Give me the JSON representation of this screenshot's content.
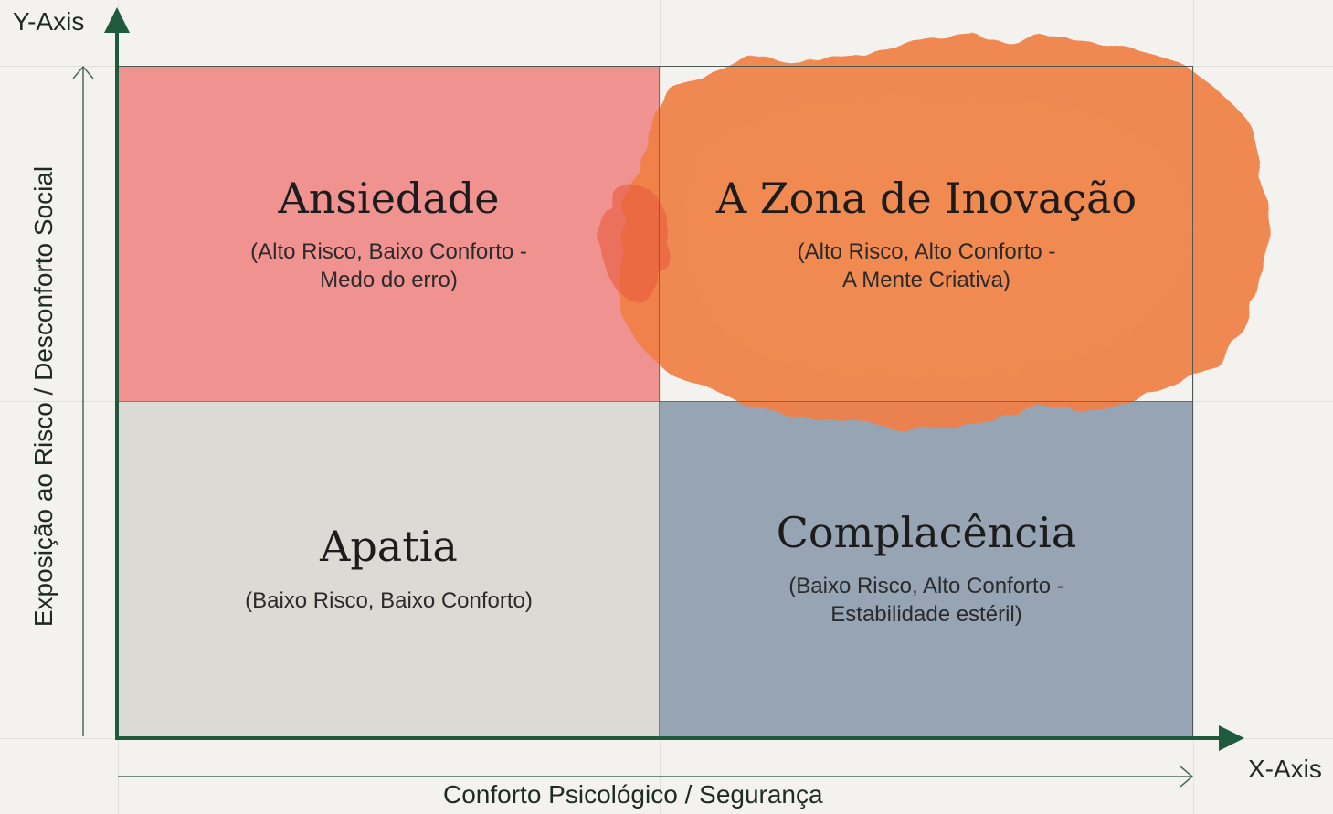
{
  "axes": {
    "y_axis_label": "Y-Axis",
    "x_axis_label": "X-Axis",
    "y_title": "Exposição ao Risco / Desconforto Social",
    "x_title": "Conforto Psicológico / Segurança",
    "axis_color": "#1f5a3c"
  },
  "quadrants": {
    "top_left": {
      "title": "Ansiedade",
      "subtitle_line1": "(Alto Risco, Baixo Conforto -",
      "subtitle_line2": "Medo do erro)",
      "color": "#ef9290"
    },
    "top_right": {
      "title": "A Zona de Inovação",
      "subtitle_line1": "(Alto Risco, Alto Conforto -",
      "subtitle_line2": "A Mente Criativa)",
      "color": "#f07f45"
    },
    "bottom_left": {
      "title": "Apatia",
      "subtitle_line1": "(Baixo Risco, Baixo Conforto)",
      "color": "#dcdad5"
    },
    "bottom_right": {
      "title": "Complacência",
      "subtitle_line1": "(Baixo Risco, Alto Conforto -",
      "subtitle_line2": "Estabilidade estéril)",
      "color": "#97a4b4"
    }
  }
}
